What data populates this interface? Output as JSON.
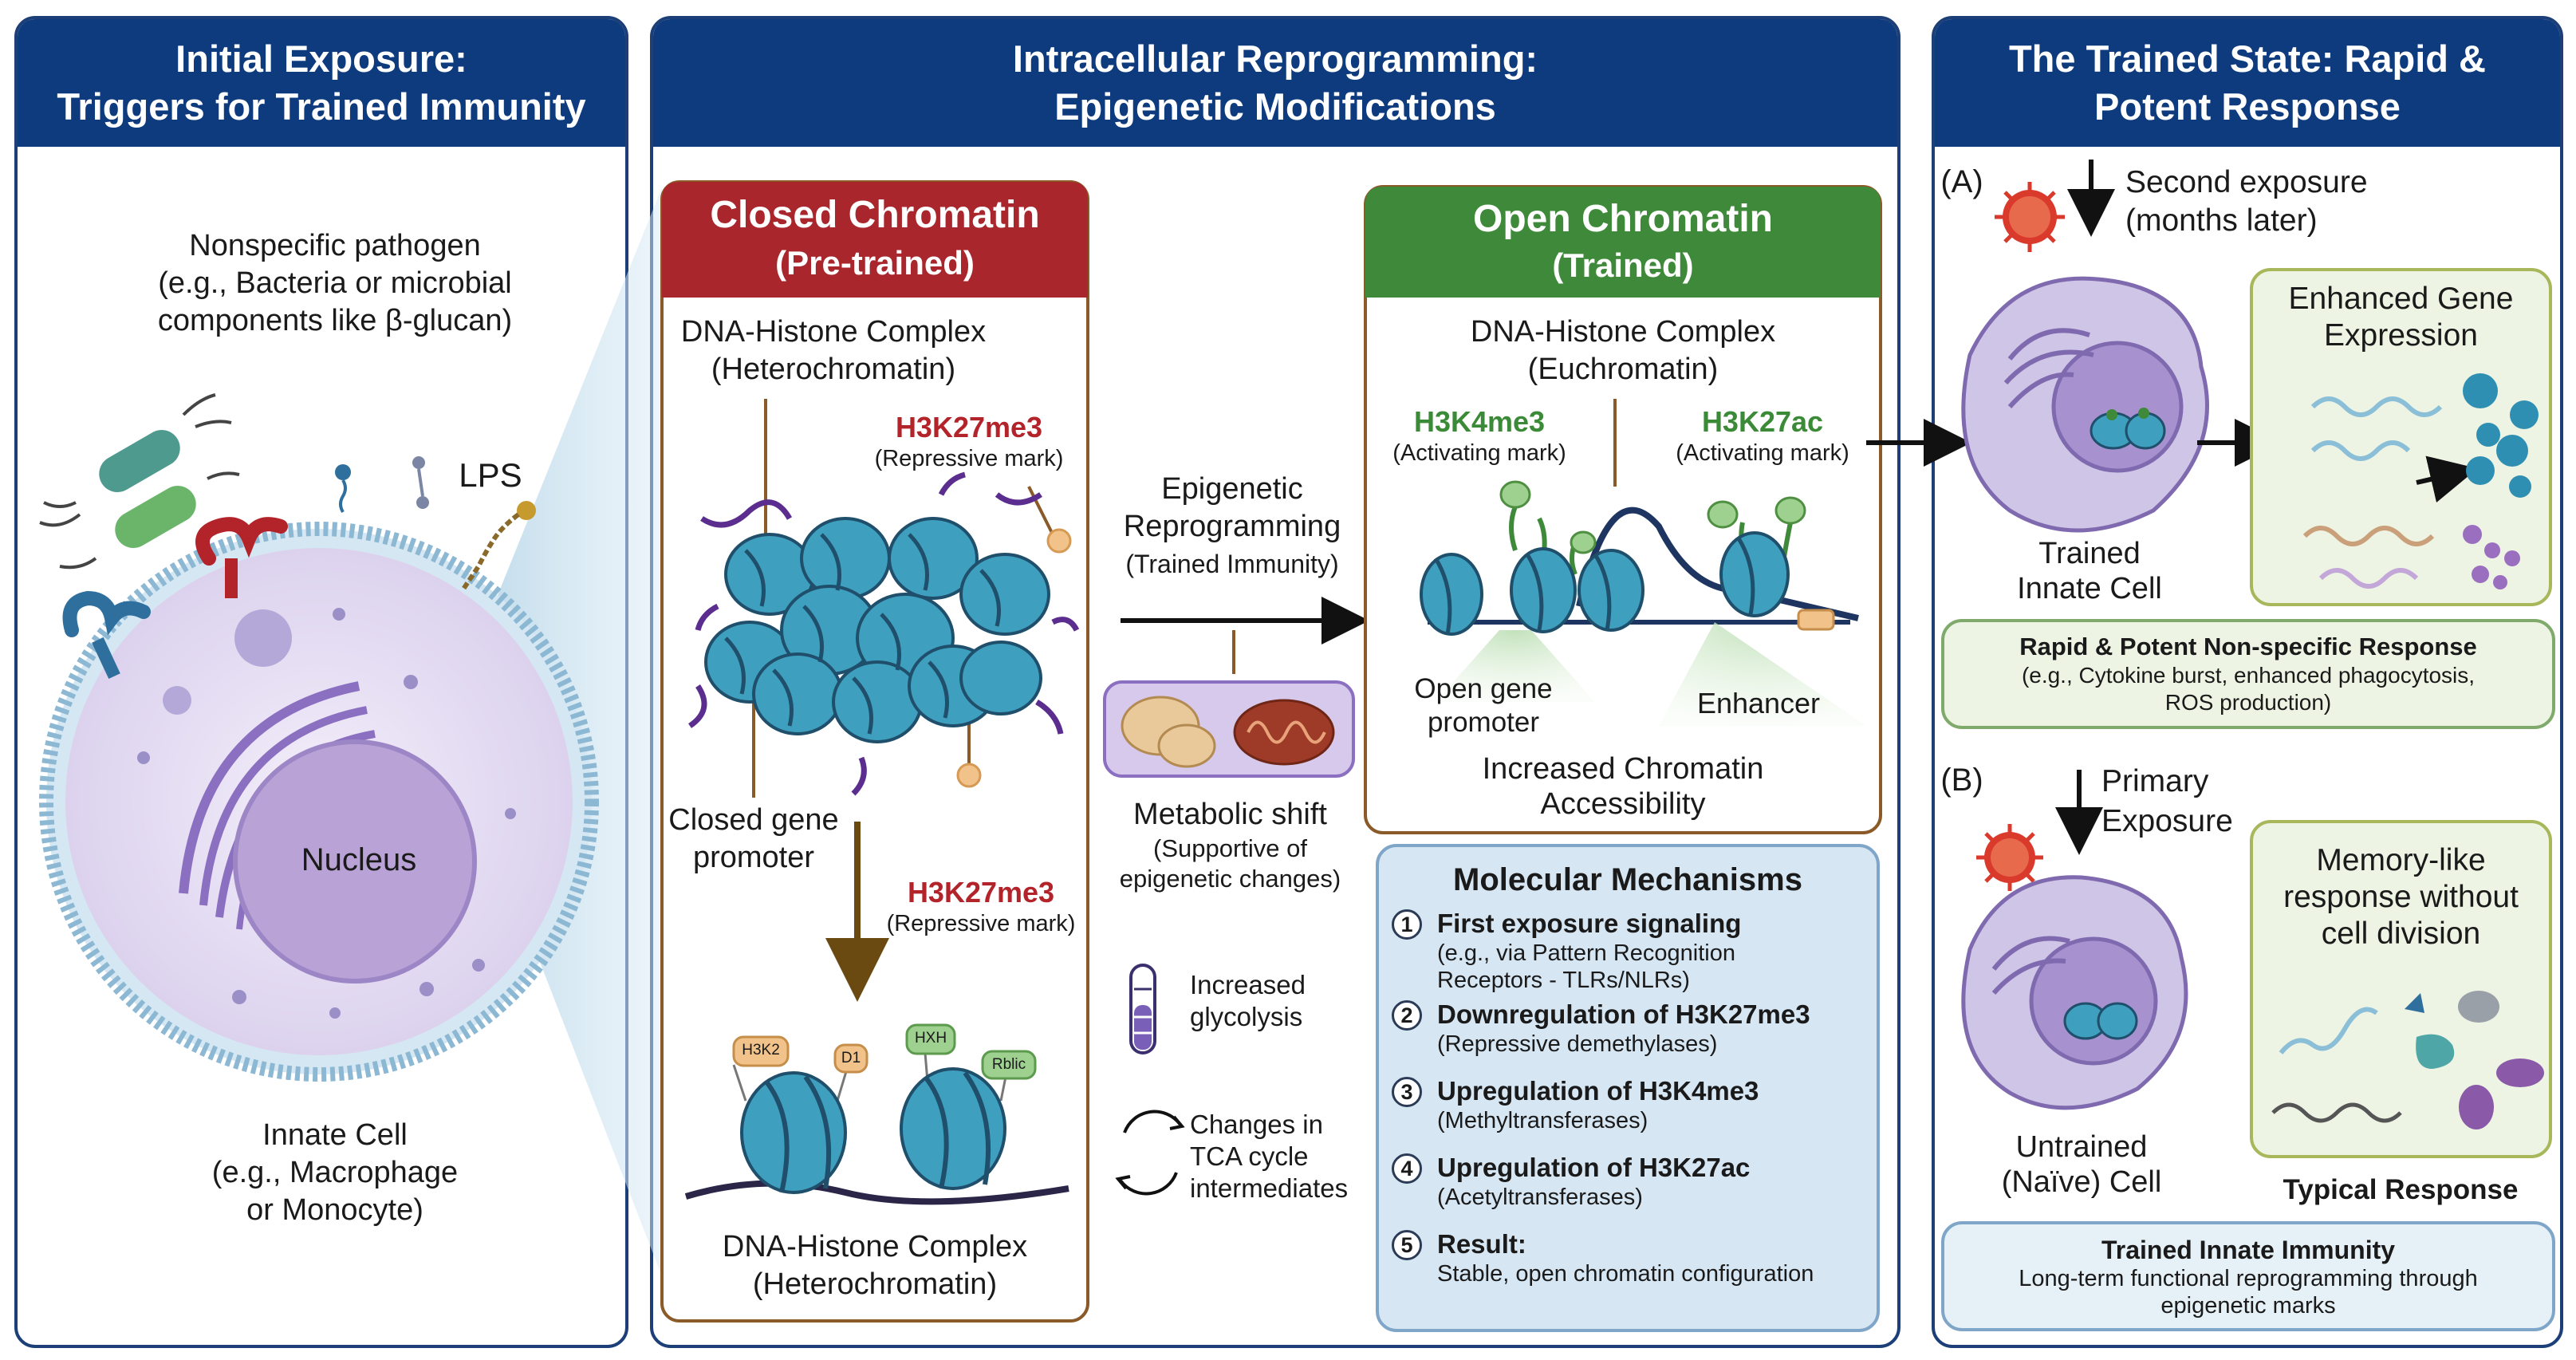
{
  "panels": {
    "left": {
      "title_line1": "Initial Exposure:",
      "title_line2": "Triggers for Trained Immunity",
      "pathogen_line1": "Nonspecific pathogen",
      "pathogen_line2": "(e.g., Bacteria or microbial",
      "pathogen_line3": "components like β-glucan)",
      "lps": "LPS",
      "nucleus": "Nucleus",
      "cell_line1": "Innate Cell",
      "cell_line2": "(e.g., Macrophage",
      "cell_line3": "or Monocyte)"
    },
    "middle": {
      "title_line1": "Intracellular Reprogramming:",
      "title_line2": "Epigenetic Modifications",
      "closed": {
        "title_line1": "Closed Chromatin",
        "title_line2": "(Pre-trained)",
        "complex_line1": "DNA-Histone Complex",
        "complex_line2": "(Heterochromatin)",
        "mark1": "H3K27me3",
        "mark1_sub": "(Repressive mark)",
        "promoter_line1": "Closed gene",
        "promoter_line2": "promoter",
        "mark2": "H3K27me3",
        "mark2_sub": "(Repressive mark)",
        "tag_h3k2": "H3K2",
        "tag_d1": "D1",
        "tag_hxh": "HXH",
        "tag_rblic": "Rblic",
        "bottom_line1": "DNA-Histone Complex",
        "bottom_line2": "(Heterochromatin)"
      },
      "center": {
        "reprog_line1": "Epigenetic",
        "reprog_line2": "Reprogramming",
        "reprog_line3": "(Trained Immunity)",
        "metabolic": "Metabolic shift",
        "metabolic_sub1": "(Supportive of",
        "metabolic_sub2": "epigenetic changes)",
        "glycolysis_line1": "Increased",
        "glycolysis_line2": "glycolysis",
        "tca_line1": "Changes in",
        "tca_line2": "TCA cycle",
        "tca_line3": "intermediates"
      },
      "open": {
        "title_line1": "Open Chromatin",
        "title_line2": "(Trained)",
        "complex_line1": "DNA-Histone Complex",
        "complex_line2": "(Euchromatin)",
        "mark1": "H3K4me3",
        "mark1_sub": "(Activating mark)",
        "mark2": "H3K27ac",
        "mark2_sub": "(Activating mark)",
        "promoter_line1": "Open gene",
        "promoter_line2": "promoter",
        "enhancer": "Enhancer",
        "access_line1": "Increased Chromatin",
        "access_line2": "Accessibility"
      },
      "mechanisms": {
        "title": "Molecular Mechanisms",
        "items": [
          {
            "num": "1",
            "title": "First exposure signaling",
            "sub1": "(e.g., via Pattern Recognition",
            "sub2": "Receptors - TLRs/NLRs)"
          },
          {
            "num": "2",
            "title": "Downregulation of H3K27me3",
            "sub1": "(Repressive demethylases)",
            "sub2": ""
          },
          {
            "num": "3",
            "title": "Upregulation of H3K4me3",
            "sub1": "(Methyltransferases)",
            "sub2": ""
          },
          {
            "num": "4",
            "title": "Upregulation of H3K27ac",
            "sub1": "(Acetyltransferases)",
            "sub2": ""
          },
          {
            "num": "5",
            "title": "Result:",
            "sub1": "Stable, open chromatin configuration",
            "sub2": ""
          }
        ]
      }
    },
    "right": {
      "title_line1": "The Trained State: Rapid &",
      "title_line2": "Potent Response",
      "a_label": "(A)",
      "second_line1": "Second exposure",
      "second_line2": "(months later)",
      "trained_line1": "Trained",
      "trained_line2": "Innate Cell",
      "enhanced_line1": "Enhanced Gene",
      "enhanced_line2": "Expression",
      "rapid_title": "Rapid & Potent Non-specific Response",
      "rapid_sub1": "(e.g., Cytokine burst, enhanced phagocytosis,",
      "rapid_sub2": "ROS production)",
      "b_label": "(B)",
      "primary_line1": "Primary",
      "primary_line2": "Exposure",
      "untrained_line1": "Untrained",
      "untrained_line2": "(Naïve) Cell",
      "memory_line1": "Memory-like",
      "memory_line2": "response without",
      "memory_line3": "cell division",
      "typical": "Typical Response",
      "tii_title": "Trained Innate Immunity",
      "tii_sub1": "Long-term functional reprogramming through",
      "tii_sub2": "epigenetic marks"
    }
  },
  "colors": {
    "header": "#0e3a7e",
    "closed_header": "#a8262c",
    "open_header": "#3f8a3a",
    "histone": "#3f9fbf",
    "nucleus": "#b9a3d6",
    "mech_bg": "#d6e6f3",
    "green_box": "#eef4e4"
  }
}
